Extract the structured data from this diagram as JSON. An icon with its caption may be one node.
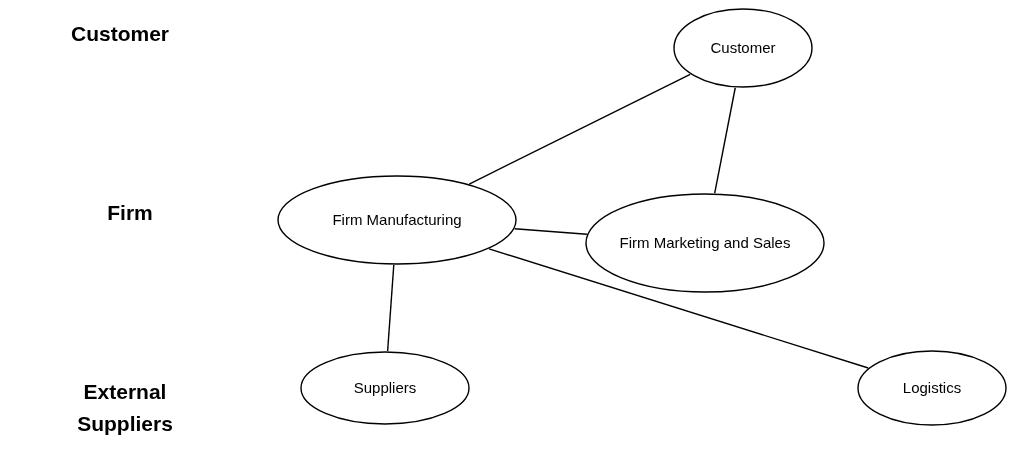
{
  "diagram": {
    "nodes": [
      {
        "text": [
          "Customer"
        ]
      },
      {
        "text": [
          "Firm Manufacturing"
        ]
      },
      {
        "text": [
          "Firm Marketing and Sales"
        ]
      },
      {
        "text": [
          "Suppliers"
        ]
      },
      {
        "text": [
          "Logistics"
        ]
      }
    ],
    "edges": [
      {
        "from": 1,
        "to": 0,
        "arrow": "none"
      },
      {
        "from": 0,
        "to": 2,
        "arrow": "none"
      },
      {
        "from": 1,
        "to": 2,
        "arrow": "none"
      },
      {
        "from": 1,
        "to": 3,
        "arrow": "none"
      },
      {
        "from": 1,
        "to": 4,
        "arrow": "none"
      }
    ],
    "labels": [
      "Customer",
      "Firm",
      "External Suppliers"
    ]
  }
}
